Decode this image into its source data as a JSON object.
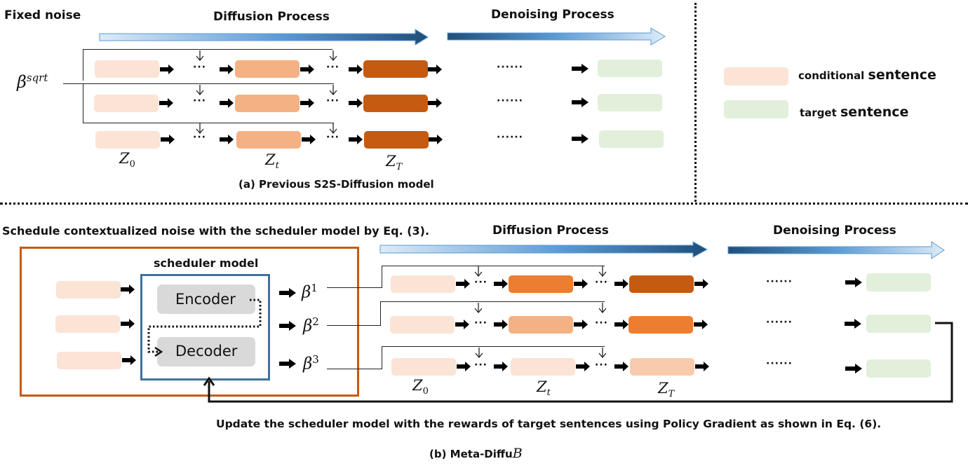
{
  "panel_a": {
    "fixed_noise_label": "Fixed noise",
    "diffusion_label": "Diffusion Process",
    "denoising_label": "Denoising Process",
    "beta_base": "β",
    "beta_sup": "sqrt",
    "ellipsis_short": "···",
    "ellipsis_long": "······",
    "z_labels": {
      "z0_base": "Z",
      "z0_sub": "0",
      "zt_base": "Z",
      "zt_sub": "t",
      "zT_base": "Z",
      "zT_sub": "T"
    },
    "caption": "(a) Previous S2S-Diffusion model"
  },
  "legend": {
    "items": [
      {
        "label_small": "conditional ",
        "label_large": "sentence",
        "color": "#fbe3d6"
      },
      {
        "label_small": "target ",
        "label_large": "sentence",
        "color": "#e2efda"
      }
    ]
  },
  "panel_b": {
    "schedule_note": "Schedule contextualized noise with the scheduler model by Eq. (3).",
    "diffusion_label": "Diffusion Process",
    "denoising_label": "Denoising Process",
    "scheduler_title": "scheduler model",
    "encoder_label": "Encoder",
    "decoder_label": "Decoder",
    "betas": [
      {
        "base": "β",
        "sup": "1"
      },
      {
        "base": "β",
        "sup": "2"
      },
      {
        "base": "β",
        "sup": "3"
      }
    ],
    "update_note": "Update the scheduler model with the rewards of target sentences using Policy Gradient as shown in Eq. (6).",
    "caption_prefix": "(b) Meta-Diffu",
    "caption_math": "B"
  },
  "colors": {
    "conditional": "#fbe3d6",
    "target": "#e2efda",
    "mid_orange": "#f4b183",
    "light_orange": "#f8cbad",
    "orange": "#ed7d31",
    "dark_orange": "#c55a11",
    "scheduler_border": "#41719c",
    "outer_border": "#c55a11",
    "module_gray": "#d9d9d9",
    "arrow_dark": "#2e5f8e",
    "arrow_light": "#cfe2f3"
  }
}
